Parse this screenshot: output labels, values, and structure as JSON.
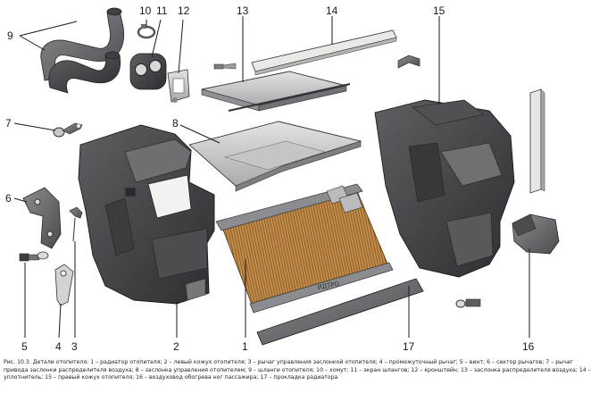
{
  "part_labels": [
    "1",
    "2",
    "3",
    "4",
    "5",
    "6",
    "7",
    "8",
    "9",
    "10",
    "11",
    "12",
    "13",
    "14",
    "15",
    "16",
    "17"
  ],
  "watermark": "ИДТРО",
  "caption_lines": [
    "Рис. 10.3. Детали отопителя: 1 – радиатор отопителя; 2 – левый кожух отопителя; 3 – рычаг управления заслонкой отопителя; 4 – промежуточный рычаг; 5 – винт; 6 – сектор рычагов; 7 – рычаг",
    "привода заслонки распределителя воздуха; 8 – заслонка управления отопителем; 9 – шланги отопителя; 10 – хомут; 11 – экран шлангов; 12 – кронштейн; 13 – заслонка распределителя воздуха; 14 –",
    "уплотнитель; 15 – правый кожух отопителя; 16 – воздуховод обогрева ног пассажира; 17 – прокладка радиатора"
  ]
}
